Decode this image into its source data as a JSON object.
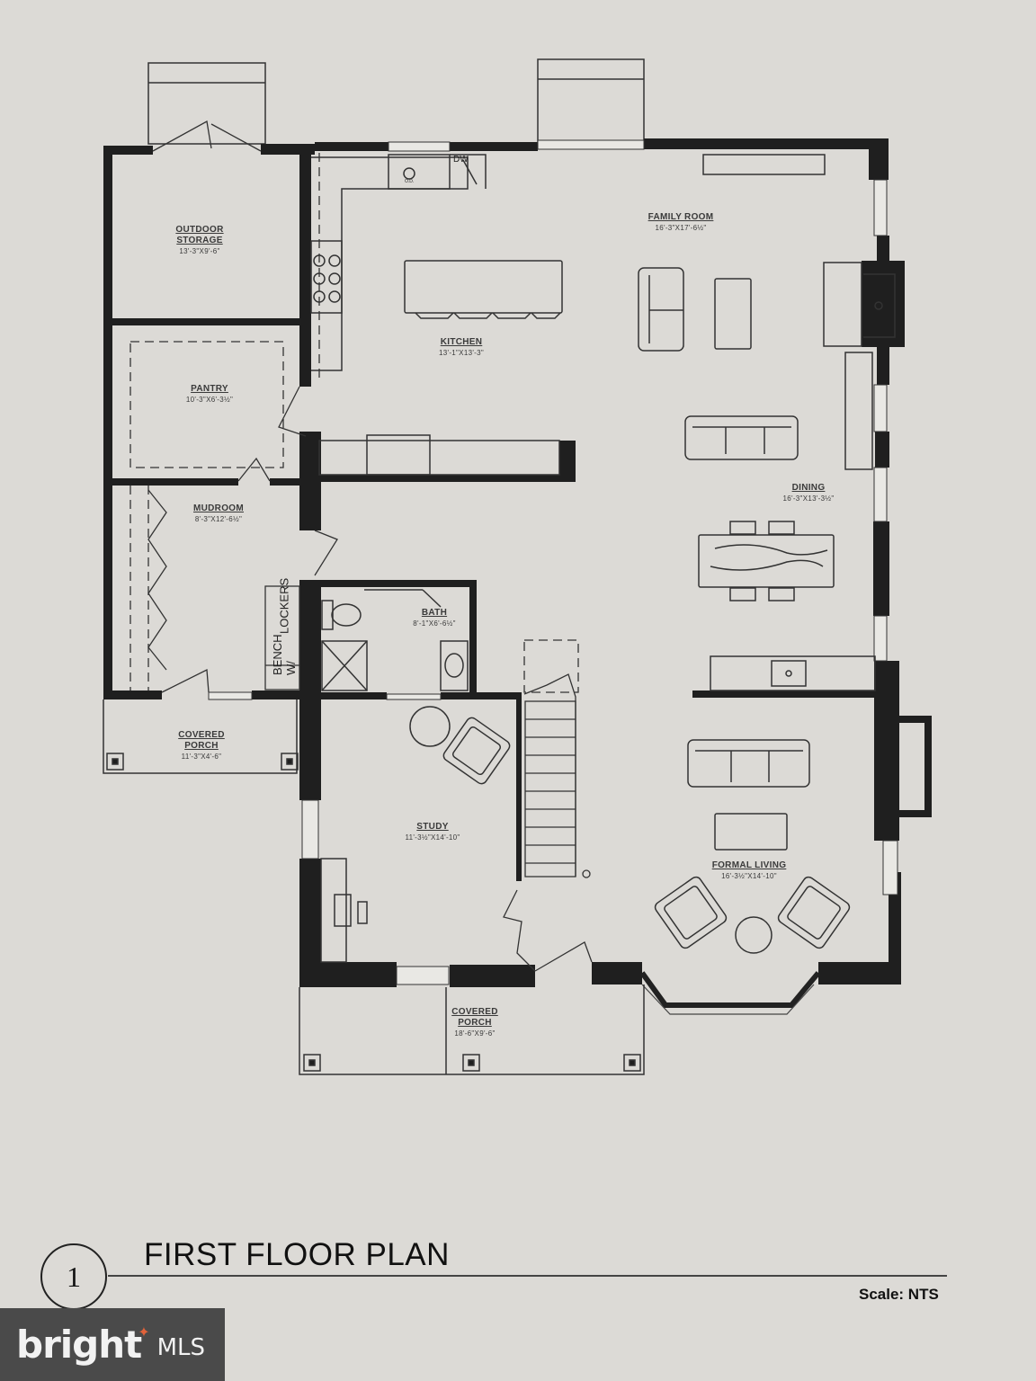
{
  "rooms": {
    "outdoor_storage": {
      "name_line1": "OUTDOOR",
      "name_line2": "STORAGE",
      "dim": "13'-3\"X9'-6\""
    },
    "family_room": {
      "name": "FAMILY ROOM",
      "dim": "16'-3\"X17'-6½\""
    },
    "kitchen": {
      "name": "KITCHEN",
      "dim": "13'-1\"X13'-3\""
    },
    "pantry": {
      "name": "PANTRY",
      "dim": "10'-3\"X6'-3½\""
    },
    "mudroom": {
      "name": "MUDROOM",
      "dim": "8'-3\"X12'-6½\""
    },
    "dining": {
      "name": "DINING",
      "dim": "16'-3\"X13'-3½\""
    },
    "bath": {
      "name": "BATH",
      "dim": "8'-1\"X6'-6½\""
    },
    "covered_porch_side": {
      "name_line1": "COVERED",
      "name_line2": "PORCH",
      "dim": "11'-3\"X4'-6\""
    },
    "study": {
      "name": "STUDY",
      "dim": "11'-3½\"X14'-10\""
    },
    "formal_living": {
      "name": "FORMAL LIVING",
      "dim": "16'-3½\"X14'-10\""
    },
    "covered_porch_front": {
      "name_line1": "COVERED",
      "name_line2": "PORCH",
      "dim": "18'-6\"X9'-6\""
    }
  },
  "fixtures": {
    "dw_label": "DW",
    "od_label": "O.D.",
    "bench_line1": "BENCH W/",
    "bench_line2": "LOCKERS"
  },
  "title_block": {
    "sheet_number": "1",
    "title": "FIRST FLOOR PLAN",
    "scale": "Scale: NTS"
  },
  "watermark": {
    "brand": "bright",
    "suffix": "MLS"
  },
  "colors": {
    "paper": "#dcdad6",
    "wall": "#1f1f1f",
    "line": "#333333"
  }
}
